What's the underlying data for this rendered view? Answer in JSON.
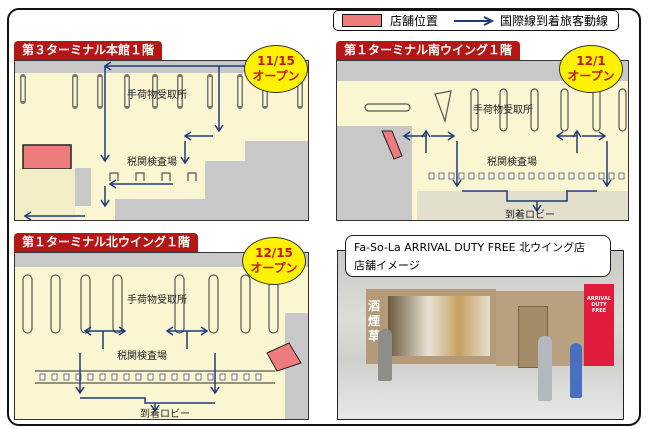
{
  "legend": {
    "store_location": "店舗位置",
    "arrival_flow": "国際線到着旅客動線"
  },
  "colors": {
    "store": "#ee7c7c",
    "label_bg": "#b51616",
    "badge": "#fff200",
    "arrow": "#1f3a78",
    "map_bg": "#fbf6d2",
    "wall": "#c8c8c8"
  },
  "panels": [
    {
      "title": "第３ターミナル本館１階",
      "date": "11/15",
      "open": "オープン",
      "areas": {
        "baggage": "手荷物受取所",
        "customs": "税関検査場"
      }
    },
    {
      "title": "第１ターミナル南ウイング１階",
      "date": "12/1",
      "open": "オープン",
      "areas": {
        "baggage": "手荷物受取所",
        "customs": "税関検査場",
        "lobby": "到着ロビー"
      }
    },
    {
      "title": "第１ターミナル北ウイング１階",
      "date": "12/15",
      "open": "オープン",
      "areas": {
        "baggage": "手荷物受取所",
        "customs": "税関検査場",
        "lobby": "到着ロビー"
      }
    }
  ],
  "store_image": {
    "line1": "Fa-So-La ARRIVAL DUTY FREE  北ウイング店",
    "line2": "店舗イメージ",
    "sign_left_1": "酒",
    "sign_left_2": "煙草",
    "sign_red": "ARRIVAL DUTY FREE"
  }
}
